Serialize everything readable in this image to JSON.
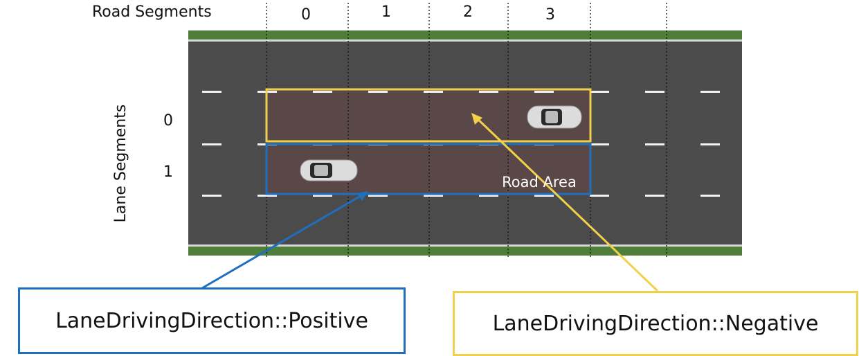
{
  "road_segments": {
    "title": "Road Segments",
    "indices": [
      "0",
      "1",
      "2",
      "3"
    ]
  },
  "lane_segments": {
    "title": "Lane Segments",
    "indices": [
      "0",
      "1"
    ]
  },
  "road_area_label": "Road Area",
  "callouts": {
    "positive": "LaneDrivingDirection::Positive",
    "negative": "LaneDrivingDirection::Negative"
  },
  "colors": {
    "positive_accent": "#1f6fbf",
    "negative_accent": "#f2d04a",
    "asphalt": "#4b4b4b",
    "grass": "#4f7d3a",
    "road_area_fill": "#5a4747"
  }
}
